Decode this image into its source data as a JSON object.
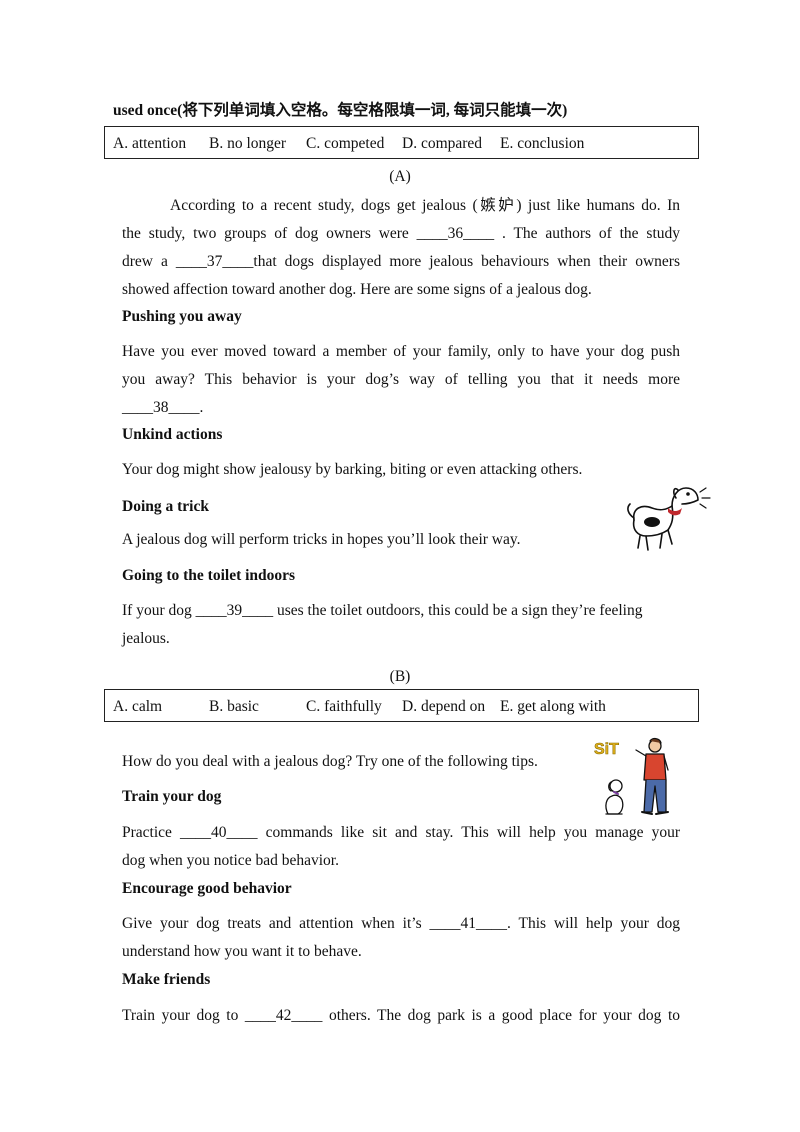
{
  "instruction": "used once(将下列单词填入空格。每空格限填一词, 每词只能填一次)",
  "section_a": {
    "label": "(A)",
    "options": [
      "A. attention",
      "B. no longer",
      "C. competed",
      "D. compared",
      "E. conclusion"
    ],
    "intro_lines": [
      "According to a recent study, dogs get jealous (嫉妒) just like humans do. In",
      "the study, two groups of dog owners were ____36____ . The authors of the study",
      "drew a ____37____that dogs displayed more jealous behaviours when their owners",
      "showed affection toward another dog. Here are some signs of a jealous dog."
    ],
    "items": [
      {
        "heading": "Pushing you away",
        "lines": [
          "Have you ever moved toward a member of your family, only to have your dog push",
          "you away? This behavior is your dog’s way of telling you that it needs more",
          "____38____."
        ]
      },
      {
        "heading": "Unkind actions",
        "lines": [
          "Your dog might show jealousy by barking, biting or even attacking others."
        ]
      },
      {
        "heading": "Doing a trick",
        "lines": [
          "A jealous dog will perform tricks in hopes you’ll look their way."
        ]
      },
      {
        "heading": "Going to the toilet indoors",
        "lines": [
          "If your dog  ____39____  uses the toilet outdoors, this could be a sign they’re feeling",
          "jealous."
        ]
      }
    ]
  },
  "section_b": {
    "label": "(B)",
    "options": [
      "A. calm",
      "B. basic",
      "C. faithfully",
      "D. depend on",
      "E. get along with"
    ],
    "intro": "How do you deal with a jealous dog? Try one of the following tips.",
    "sit_sign": "SiT",
    "items": [
      {
        "heading": "Train your dog",
        "lines": [
          "Practice ____40____ commands like sit and stay. This will help you manage your",
          "dog when you notice bad behavior."
        ]
      },
      {
        "heading": "Encourage good behavior",
        "lines": [
          "Give your dog treats and attention when it’s  ____41____. This will help your dog",
          "understand how you want it to behave."
        ]
      },
      {
        "heading": "Make friends",
        "lines": [
          "Train your dog to ____42____ others. The dog park is a good place for your dog to"
        ]
      }
    ]
  }
}
